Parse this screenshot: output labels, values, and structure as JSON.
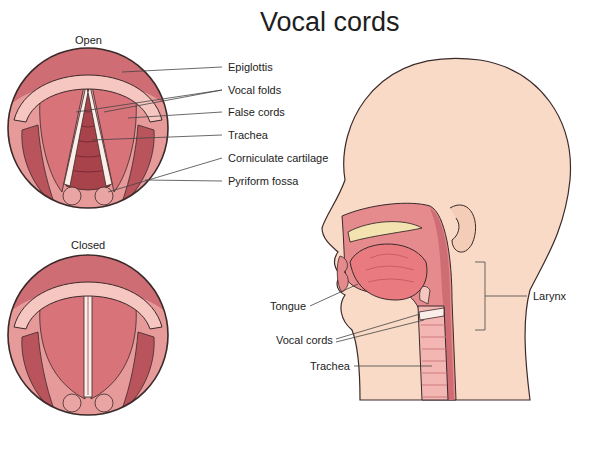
{
  "diagram": {
    "title": "Vocal cords",
    "labels": [
      "Open",
      "Epiglottis",
      "Vocal folds",
      "False cords",
      "Trachea",
      "Corniculate cartilage",
      "Pyriform fossa",
      "Closed",
      "Tongue",
      "Vocal cords",
      "Trachea",
      "Larynx"
    ]
  }
}
